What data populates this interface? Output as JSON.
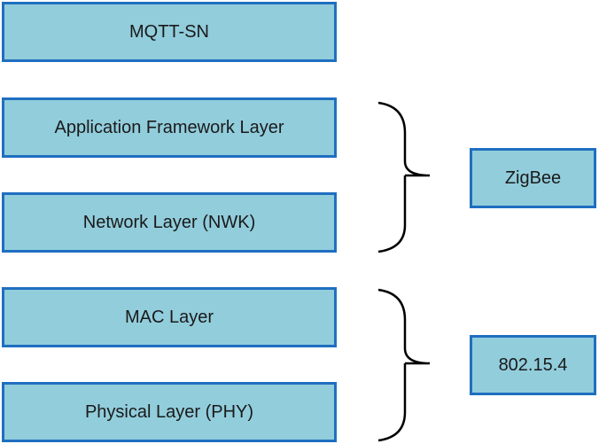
{
  "stack": {
    "layers": [
      {
        "label": "MQTT-SN"
      },
      {
        "label": "Application Framework Layer"
      },
      {
        "label": "Network Layer (NWK)"
      },
      {
        "label": "MAC Layer"
      },
      {
        "label": "Physical Layer (PHY)"
      }
    ]
  },
  "groups": [
    {
      "label": "ZigBee"
    },
    {
      "label": "802.15.4"
    }
  ],
  "colors": {
    "box_fill": "#92CDDC",
    "box_border": "#1F6FC0",
    "brace": "#000000"
  }
}
